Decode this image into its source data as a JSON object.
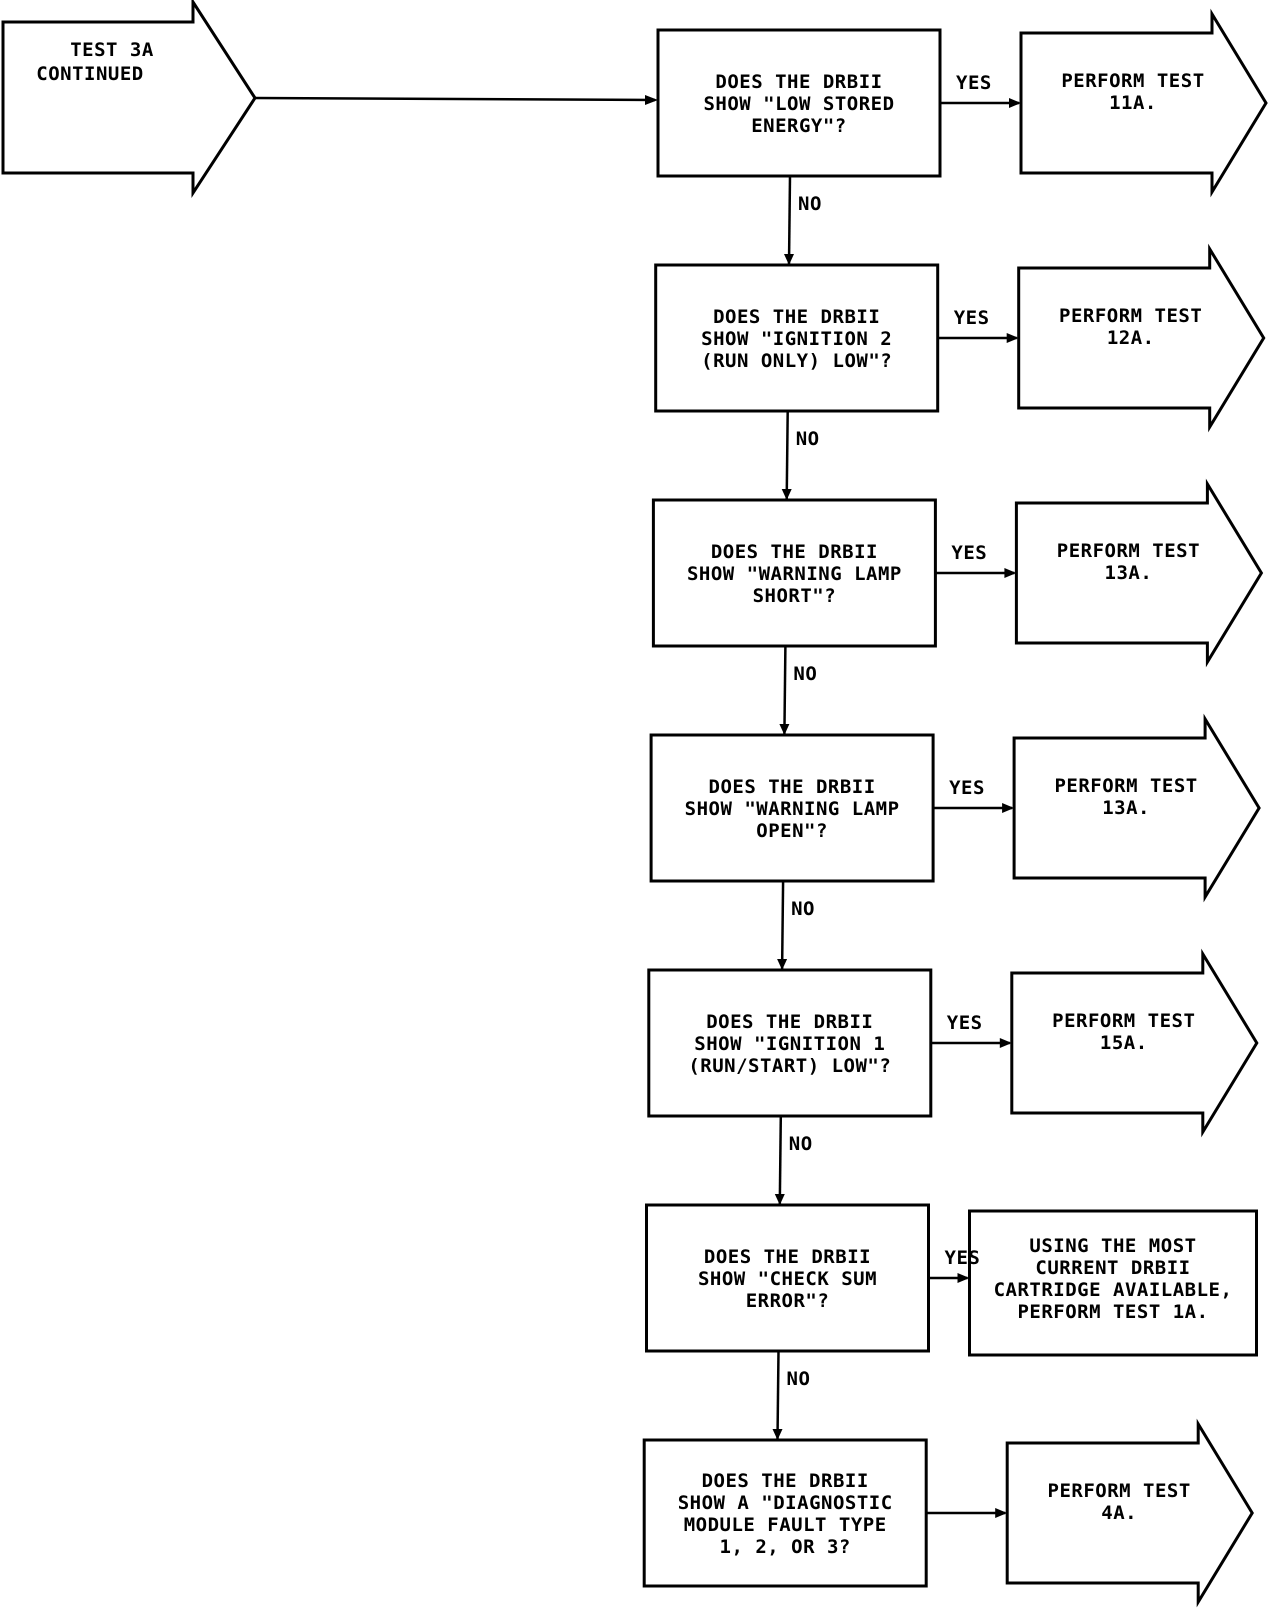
{
  "start": {
    "lines": [
      "TEST 3A",
      "CONTINUED"
    ]
  },
  "steps": [
    {
      "question": [
        "DOES THE DRBII",
        "SHOW \"LOW STORED",
        "ENERGY\"?"
      ],
      "yes_label": "YES",
      "no_label": "NO",
      "action": [
        "PERFORM TEST",
        "11A."
      ],
      "action_shape": "arrow"
    },
    {
      "question": [
        "DOES THE DRBII",
        "SHOW \"IGNITION 2",
        "(RUN ONLY) LOW\"?"
      ],
      "yes_label": "YES",
      "no_label": "NO",
      "action": [
        "PERFORM TEST",
        "12A."
      ],
      "action_shape": "arrow"
    },
    {
      "question": [
        "DOES THE DRBII",
        "SHOW \"WARNING LAMP",
        "SHORT\"?"
      ],
      "yes_label": "YES",
      "no_label": "NO",
      "action": [
        "PERFORM TEST",
        "13A."
      ],
      "action_shape": "arrow"
    },
    {
      "question": [
        "DOES THE DRBII",
        "SHOW \"WARNING LAMP",
        "OPEN\"?"
      ],
      "yes_label": "YES",
      "no_label": "NO",
      "action": [
        "PERFORM TEST",
        "13A."
      ],
      "action_shape": "arrow"
    },
    {
      "question": [
        "DOES THE DRBII",
        "SHOW \"IGNITION 1",
        "(RUN/START) LOW\"?"
      ],
      "yes_label": "YES",
      "no_label": "NO",
      "action": [
        "PERFORM TEST",
        "15A."
      ],
      "action_shape": "arrow"
    },
    {
      "question": [
        "DOES THE DRBII",
        "SHOW \"CHECK SUM",
        "ERROR\"?"
      ],
      "yes_label": "YES",
      "no_label": "NO",
      "action": [
        "USING THE MOST",
        "CURRENT DRBII",
        "CARTRIDGE AVAILABLE,",
        "PERFORM TEST 1A."
      ],
      "action_shape": "box"
    },
    {
      "question": [
        "DOES THE DRBII",
        "SHOW A \"DIAGNOSTIC",
        "MODULE FAULT TYPE",
        "1, 2, OR 3?"
      ],
      "yes_label": "",
      "no_label": "",
      "action": [
        "PERFORM TEST",
        "4A."
      ],
      "action_shape": "arrow"
    }
  ]
}
